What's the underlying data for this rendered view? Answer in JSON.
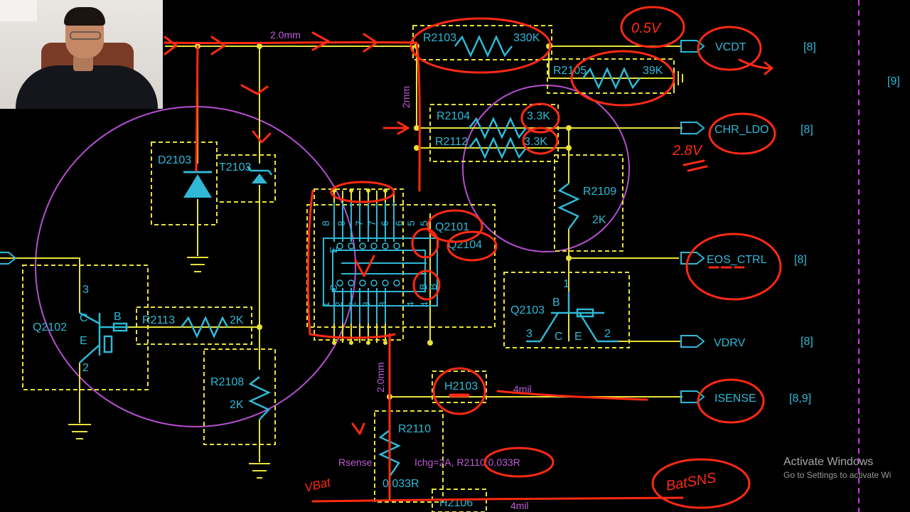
{
  "colors": {
    "wire": "#e8e23a",
    "symbol": "#2fb9d6",
    "net_label": "#2fb9d6",
    "annotation": "#ff2a12",
    "circle": "#b64fd0",
    "background": "#000000",
    "page_ref": "#2fb9d6"
  },
  "components": {
    "r2103": {
      "ref": "R2103",
      "value": "330K"
    },
    "r2105": {
      "ref": "R2105",
      "value": "39K"
    },
    "r2104": {
      "ref": "R2104",
      "value": "3.3K"
    },
    "r2112": {
      "ref": "R2112",
      "value": "3.3K"
    },
    "r2109": {
      "ref": "R2109",
      "value": "2K"
    },
    "r2113": {
      "ref": "R2113",
      "value": "2K"
    },
    "r2108": {
      "ref": "R2108",
      "value": "2K"
    },
    "r2110": {
      "ref": "R2110",
      "value": "0.033R"
    },
    "d2103": {
      "ref": "D2103"
    },
    "t2103": {
      "ref": "T2103"
    },
    "q2101": {
      "ref": "Q2101"
    },
    "q2104": {
      "ref": "Q2104"
    },
    "q2102": {
      "ref": "Q2102",
      "pin_c": "C",
      "pin_e": "E",
      "pin_b": "B",
      "pin3": "3",
      "pin2": "2"
    },
    "q2103": {
      "ref": "Q2103",
      "pin_b": "B",
      "pin_c": "C",
      "pin_e": "E",
      "pin1": "1",
      "pin3": "3",
      "pin2": "2"
    },
    "h2103": {
      "ref": "H2103"
    },
    "h2106": {
      "ref": "H2106"
    }
  },
  "ic": {
    "top_pins": [
      "8",
      "8",
      "7",
      "7",
      "6",
      "6",
      "5",
      "5"
    ],
    "bottom_pins": [
      "1",
      "2",
      "2",
      "3",
      "3",
      "4",
      "4"
    ],
    "inner_top": "E",
    "inner_bottom": "C",
    "inner_right_b": "B",
    "inner_right_b2": "B"
  },
  "nets": {
    "vcdt": {
      "label": "VCDT",
      "page": "[8]"
    },
    "chr_ldo": {
      "label": "CHR_LDO",
      "page": "[8]"
    },
    "eos_ctrl": {
      "label": "EOS_CTRL",
      "page": "[8]"
    },
    "vdrv": {
      "label": "VDRV",
      "page": "[8]"
    },
    "isense": {
      "label": "ISENSE",
      "page": "[8,9]"
    },
    "page9": "[9]"
  },
  "annotations": {
    "width_top": "2.0mm",
    "width_vertical": "2mm",
    "width_bottom": "2.0mm",
    "isense_width": "4mil",
    "bottom_width": "4mil",
    "rsense": "Rsense",
    "ichg": "Ichg=2A, R2110:0.033R",
    "vcdt_volt": "0.5V",
    "ldo_volt": "2.8V",
    "batsns": "BatSNS",
    "vbat": "VBat"
  },
  "watermark": {
    "line1": "Activate Windows",
    "line2": "Go to Settings to activate Wi"
  }
}
